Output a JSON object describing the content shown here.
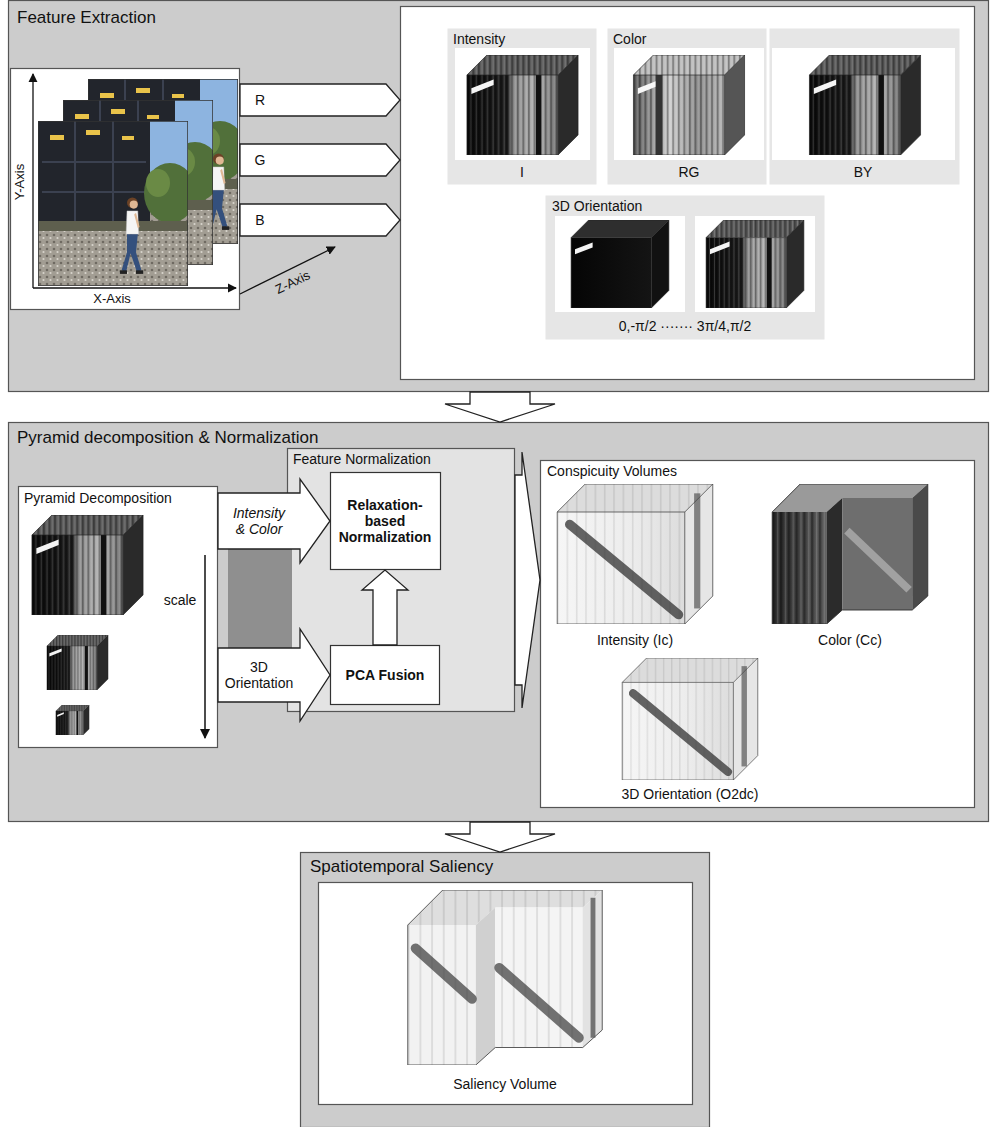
{
  "diagram": {
    "nodes": [
      {
        "text": [
          "Feature Extraction"
        ]
      },
      {
        "text": [
          "Y-Axis",
          "X-Axis",
          "Z-Axis"
        ],
        "in": 0
      },
      {
        "text": [],
        "in": 0
      },
      {
        "text": [
          "Intensity",
          "I"
        ],
        "in": 2
      },
      {
        "text": [
          "Color",
          "RG",
          "BY"
        ],
        "in": 2
      },
      {
        "text": [
          "3D Orientation",
          "0,-π/2 ······· 3π/4,π/2"
        ],
        "in": 2
      },
      {
        "text": [
          "Pyramid decomposition & Normalization"
        ]
      },
      {
        "text": [
          "Pyramid Decomposition",
          "scale"
        ],
        "in": 6
      },
      {
        "text": [
          "Feature Normalization"
        ],
        "in": 6
      },
      {
        "text": [
          "Relaxation-based Normalization"
        ],
        "in": 8
      },
      {
        "text": [
          "PCA Fusion"
        ],
        "in": 8
      },
      {
        "text": [
          "Conspicuity Volumes",
          "Intensity (Ic)",
          "Color (Cc)",
          "3D Orientation (O2dc)"
        ],
        "in": 6
      },
      {
        "text": [
          "Spatiotemporal Saliency"
        ]
      },
      {
        "text": [
          "Saliency Volume"
        ],
        "in": 12
      }
    ],
    "edges": [
      {
        "from": 1,
        "to": 2,
        "label": "R",
        "arrow": "to"
      },
      {
        "from": 1,
        "to": 2,
        "label": "G",
        "arrow": "to"
      },
      {
        "from": 1,
        "to": 2,
        "label": "B",
        "arrow": "to"
      },
      {
        "from": 0,
        "to": 6,
        "arrow": "to"
      },
      {
        "from": 7,
        "to": 9,
        "label": "Intensity & Color",
        "arrow": "to"
      },
      {
        "from": 7,
        "to": 10,
        "label": "3D Orientation",
        "arrow": "to"
      },
      {
        "from": 10,
        "to": 9,
        "arrow": "to"
      },
      {
        "from": 8,
        "to": 11,
        "arrow": "to"
      },
      {
        "from": 6,
        "to": 12,
        "arrow": "to"
      }
    ]
  }
}
